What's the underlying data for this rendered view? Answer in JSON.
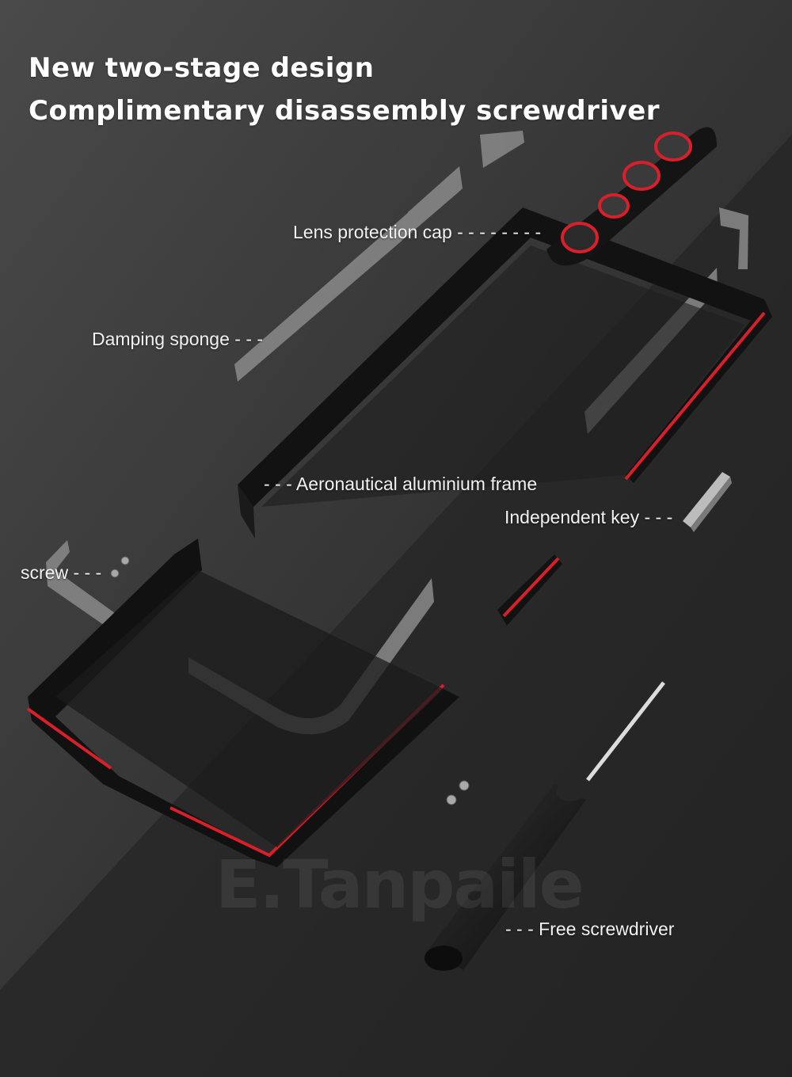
{
  "headline": {
    "line1": "New two-stage design",
    "line2": "Complimentary disassembly screwdriver"
  },
  "callouts": {
    "lens_cap": "Lens protection cap - - - - - - - -",
    "damping_sponge": "Damping sponge - - -",
    "frame": "- - - Aeronautical aluminium frame",
    "independent_key": "Independent key - - -",
    "screw": "screw - - -",
    "screwdriver": "- - - Free screwdriver"
  },
  "watermark": "E.Tanpaile",
  "colors": {
    "background": "#3a3a3a",
    "frame_black": "#111111",
    "accent_red": "#d81f2a",
    "sponge_grey": "#8a8a8a",
    "metal_silver": "#c9c9c9"
  }
}
